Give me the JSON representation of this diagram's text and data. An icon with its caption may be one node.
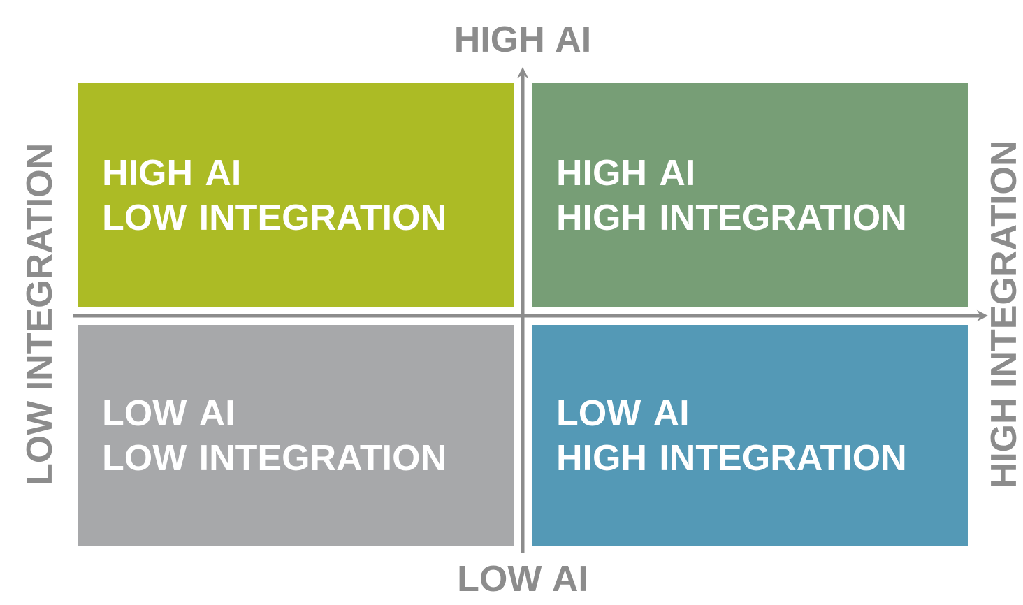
{
  "diagram": {
    "nodes": [
      {
        "text": [
          "HIGH AI",
          "LOW INTEGRATION"
        ]
      },
      {
        "text": [
          "HIGH AI",
          "HIGH INTEGRATION"
        ]
      },
      {
        "text": [
          "LOW AI",
          "LOW INTEGRATION"
        ]
      },
      {
        "text": [
          "LOW AI",
          "HIGH INTEGRATION"
        ]
      }
    ],
    "labels": [
      "HIGH AI",
      "LOW INTEGRATION",
      "HIGH INTEGRATION",
      "LOW AI"
    ]
  }
}
